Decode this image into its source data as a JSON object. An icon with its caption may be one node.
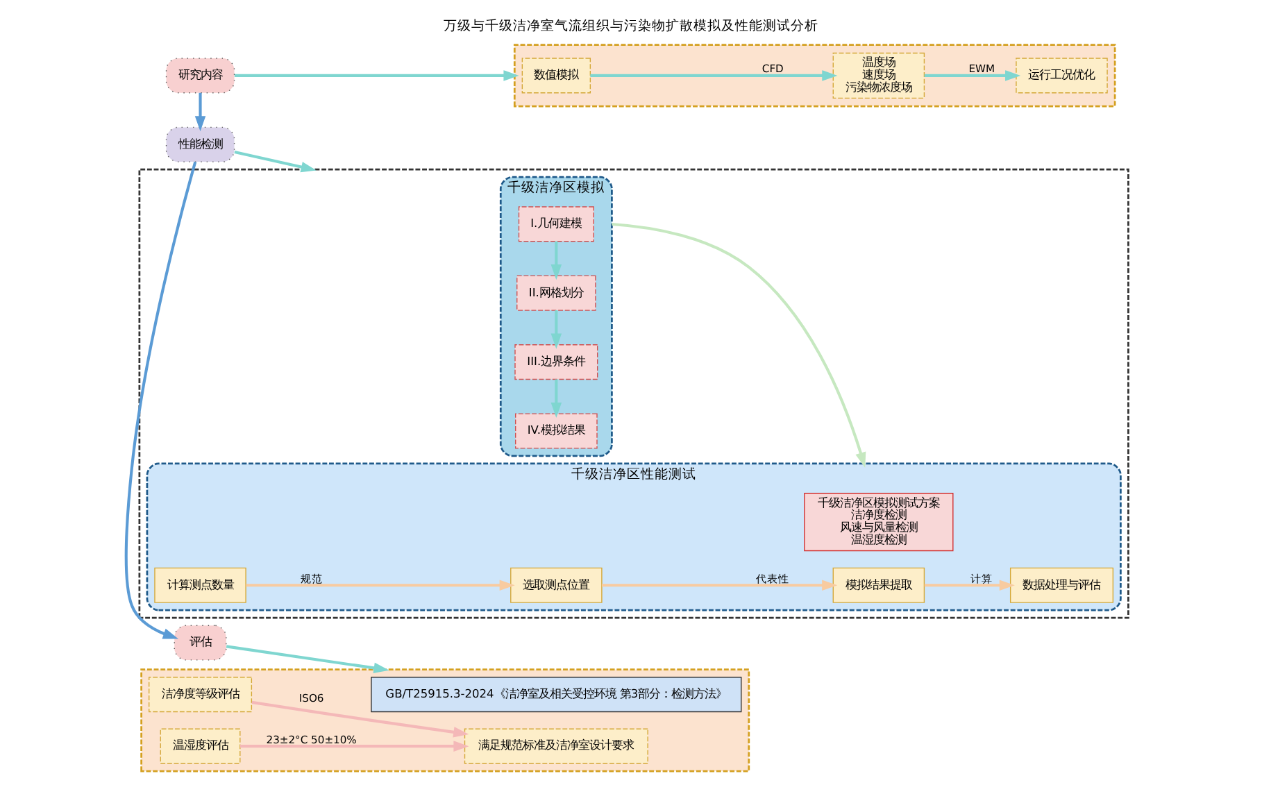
{
  "diagram": {
    "title": "万级与千级洁净室气流组织与污染物扩散模拟及性能测试分析",
    "nodes": [
      {
        "text": [
          "研究内容"
        ]
      },
      {
        "text": [],
        "shape": "box"
      },
      {
        "text": [
          "数值模拟"
        ],
        "in": 1
      },
      {
        "text": [
          "温度场",
          "速度场",
          "污染物浓度场"
        ],
        "in": 1
      },
      {
        "text": [
          "运行工况优化"
        ],
        "in": 1
      },
      {
        "text": [
          "性能检测"
        ]
      },
      {
        "text": [],
        "shape": "box"
      },
      {
        "text": [
          "千级洁净区模拟"
        ],
        "in": 6
      },
      {
        "text": [
          "千级洁净区性能测试"
        ],
        "in": 6
      },
      {
        "text": [
          "I.几何建模"
        ],
        "in": 7
      },
      {
        "text": [
          "II.网格划分"
        ],
        "in": 7
      },
      {
        "text": [
          "III.边界条件"
        ],
        "in": 7
      },
      {
        "text": [
          "IV.模拟结果"
        ],
        "in": 7
      },
      {
        "text": [
          "千级洁净区模拟测试方案",
          "洁净度检测",
          "风速与风量检测",
          "温湿度检测"
        ],
        "in": 8
      },
      {
        "text": [
          "数据处理与评估"
        ],
        "in": 8
      },
      {
        "text": [
          "模拟结果提取"
        ],
        "in": 8
      },
      {
        "text": [
          "选取测点位置"
        ],
        "in": 8
      },
      {
        "text": [
          "计算测点数量"
        ],
        "in": 8
      },
      {
        "text": [
          "评估"
        ]
      },
      {
        "text": [],
        "shape": "box"
      },
      {
        "text": [
          "GB/T25915.3-2024《洁净室及相关受控环境 第3部分：检测方法》"
        ],
        "in": 19
      },
      {
        "text": [
          "洁净度等级评估"
        ],
        "in": 19
      },
      {
        "text": [
          "满足规范标准及洁净室设计要求"
        ],
        "in": 19
      },
      {
        "text": [
          "温湿度评估"
        ],
        "in": 19
      }
    ],
    "edges": [
      {
        "from": 0,
        "to": 1,
        "arrow": "to"
      },
      {
        "from": 2,
        "to": 3,
        "arrow": "to",
        "label": "CFD"
      },
      {
        "from": 3,
        "to": 4,
        "arrow": "to",
        "label": "EWM"
      },
      {
        "from": 0,
        "to": 5,
        "arrow": "to",
        "color": "#5b9bd5"
      },
      {
        "from": 5,
        "to": 6,
        "arrow": "to"
      },
      {
        "from": 7,
        "to": 8,
        "arrow": "to",
        "color": "#c6e8c0"
      },
      {
        "from": 9,
        "to": 10,
        "arrow": "to"
      },
      {
        "from": 10,
        "to": 11,
        "arrow": "to"
      },
      {
        "from": 11,
        "to": 12,
        "arrow": "to"
      },
      {
        "from": 17,
        "to": 16,
        "arrow": "to",
        "label": "规范",
        "color": "#f8cba0"
      },
      {
        "from": 16,
        "to": 15,
        "arrow": "to",
        "label": "代表性",
        "color": "#f8cba0"
      },
      {
        "from": 15,
        "to": 14,
        "arrow": "to",
        "label": "计算",
        "color": "#f8cba0"
      },
      {
        "from": 5,
        "to": 18,
        "arrow": "to",
        "color": "#5b9bd5"
      },
      {
        "from": 18,
        "to": 19,
        "arrow": "to"
      },
      {
        "from": 21,
        "to": 22,
        "arrow": "to",
        "label": "ISO6",
        "color": "#f4b8b8"
      },
      {
        "from": 23,
        "to": 22,
        "arrow": "to",
        "label": "23±2°C 50±10%",
        "color": "#f4b8b8"
      }
    ]
  }
}
